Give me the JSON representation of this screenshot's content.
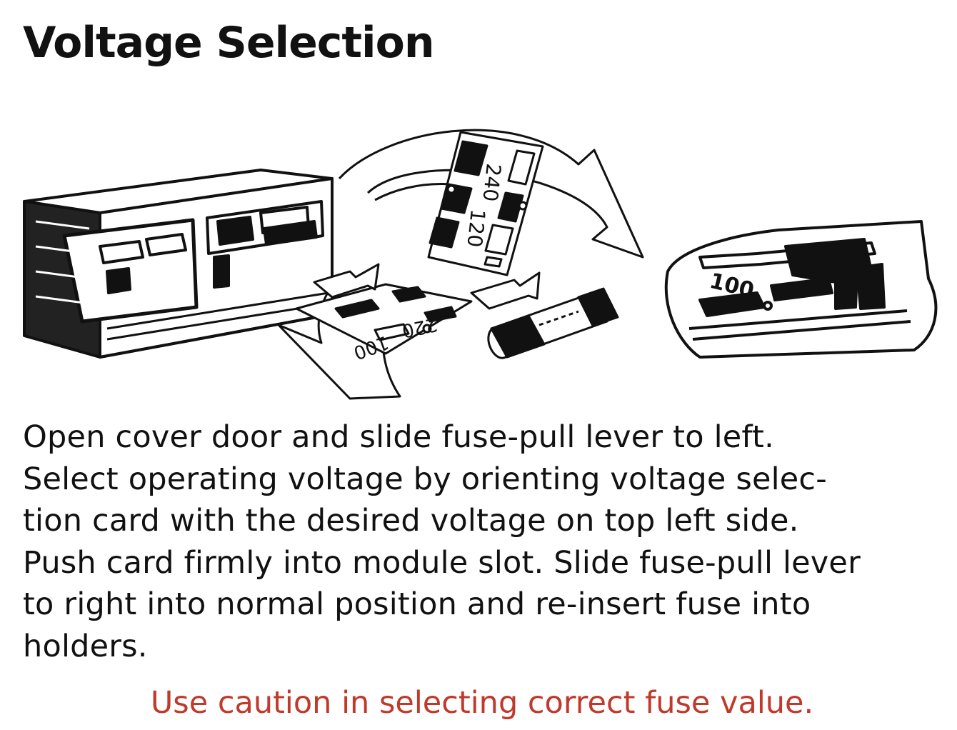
{
  "heading": "Voltage Selection",
  "illustration": {
    "card_standing_labels": [
      "240",
      "120"
    ],
    "card_flat_labels": [
      "220",
      "100"
    ],
    "closeup_label": "100"
  },
  "instructions": {
    "lines": [
      "Open cover door and slide fuse-pull lever to left.",
      "Select operating voltage by orienting voltage selec-",
      "tion card with the desired voltage on top left side.",
      "Push card firmly into module slot. Slide fuse-pull lever",
      "to right into normal position and re-insert fuse into",
      "holders."
    ]
  },
  "caution": "Use caution in selecting correct fuse value.",
  "colors": {
    "text": "#111111",
    "caution": "#c0392b"
  }
}
